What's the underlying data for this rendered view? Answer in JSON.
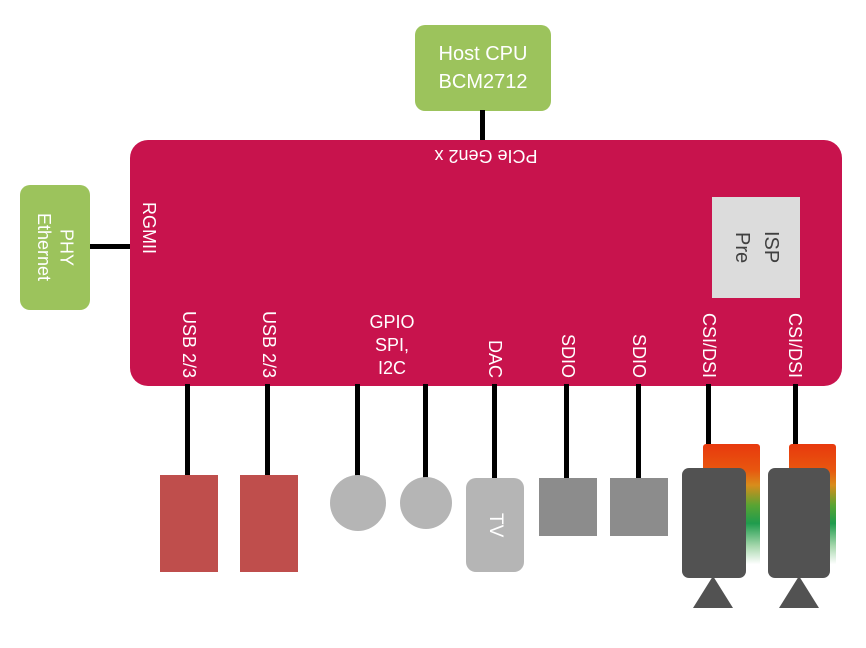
{
  "colors": {
    "chip": "#c8134d",
    "green_box": "#9cc35c",
    "usb_connector": "#bf4e4c",
    "gpio_circle": "#b5b5b5",
    "tv_box": "#b5b5b5",
    "sdio_square": "#8c8c8c",
    "camera_body": "#525252",
    "pre_isp_box": "#dcdcdc",
    "connector_line": "#000000",
    "background": "#ffffff",
    "ribbon_gradient_top": "#e8390e",
    "ribbon_gradient_mid": "#1f9c4d",
    "ribbon_gradient_bottom": "#ffffff"
  },
  "host_cpu": {
    "line1": "Host CPU",
    "line2": "BCM2712"
  },
  "ethernet_phy": {
    "line1": "Ethernet",
    "line2": "PHY"
  },
  "chip": {
    "pcie_label": "PCIe Gen2 x",
    "rgmii_label": "RGMII",
    "pre_isp": {
      "line1": "Pre",
      "line2": "ISP"
    },
    "gpio_label": {
      "line1": "GPIO",
      "line2": "SPI,",
      "line3": "I2C"
    },
    "port_labels": {
      "usb1": "USB 2/3",
      "usb2": "USB 2/3",
      "dac": "DAC",
      "sdio1": "SDIO",
      "sdio2": "SDIO",
      "csi1": "CSI/DSI",
      "csi2": "CSI/DSI"
    }
  },
  "devices": {
    "tv_label": "TV"
  }
}
